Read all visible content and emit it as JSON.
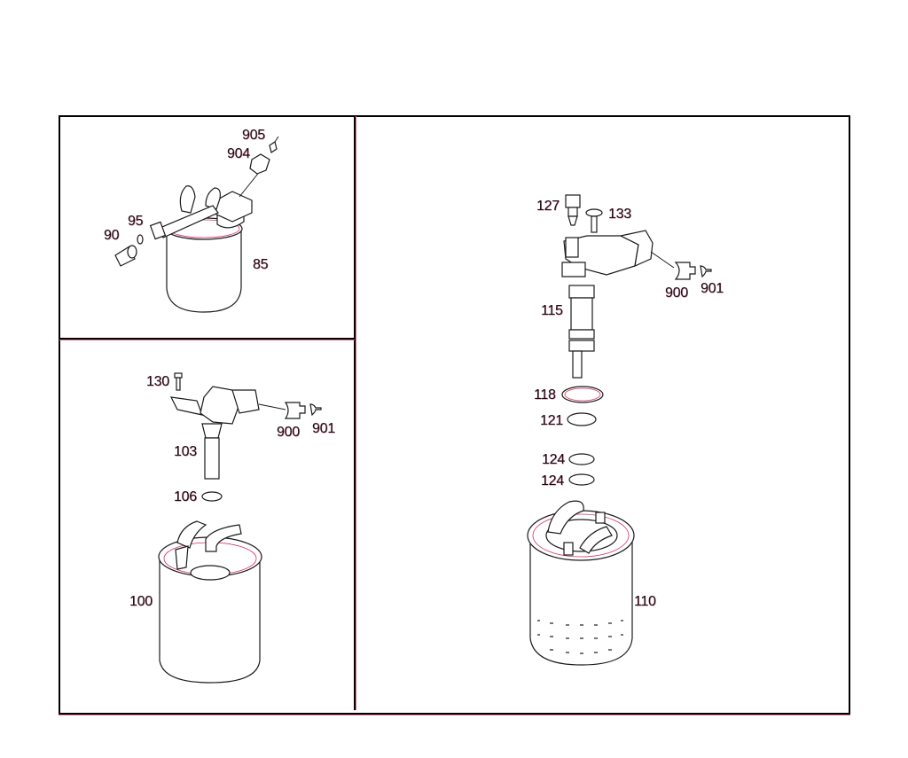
{
  "diagram": {
    "type": "exploded-parts-diagram",
    "subject": "Fuel filter assemblies with sensors",
    "panels": [
      {
        "id": "top-left",
        "labels": [
          {
            "ref": "905",
            "part": "seal/plug"
          },
          {
            "ref": "904",
            "part": "connector housing"
          },
          {
            "ref": "95",
            "part": "seal ring"
          },
          {
            "ref": "90",
            "part": "screw plug / fitting"
          },
          {
            "ref": "85",
            "part": "fuel filter"
          }
        ]
      },
      {
        "id": "bottom-left",
        "labels": [
          {
            "ref": "130",
            "part": "screw"
          },
          {
            "ref": "900",
            "part": "connector housing"
          },
          {
            "ref": "901",
            "part": "seal/plug"
          },
          {
            "ref": "103",
            "part": "sensor"
          },
          {
            "ref": "106",
            "part": "seal ring"
          },
          {
            "ref": "100",
            "part": "fuel filter"
          }
        ]
      },
      {
        "id": "right",
        "labels": [
          {
            "ref": "127",
            "part": "screw fitting"
          },
          {
            "ref": "133",
            "part": "screw"
          },
          {
            "ref": "900",
            "part": "connector housing"
          },
          {
            "ref": "901",
            "part": "seal/plug"
          },
          {
            "ref": "115",
            "part": "sensor"
          },
          {
            "ref": "118",
            "part": "seal ring"
          },
          {
            "ref": "121",
            "part": "seal ring"
          },
          {
            "ref": "124a",
            "part": "seal ring"
          },
          {
            "ref": "124b",
            "part": "seal ring"
          },
          {
            "ref": "110",
            "part": "fuel filter"
          }
        ]
      }
    ]
  },
  "labels": {
    "tl": {
      "l905": "905",
      "l904": "904",
      "l95": "95",
      "l90": "90",
      "l85": "85"
    },
    "bl": {
      "l130": "130",
      "l900": "900",
      "l901": "901",
      "l103": "103",
      "l106": "106",
      "l100": "100"
    },
    "r": {
      "l127": "127",
      "l133": "133",
      "l900": "900",
      "l901": "901",
      "l115": "115",
      "l118": "118",
      "l121": "121",
      "l124a": "124",
      "l124b": "124",
      "l110": "110"
    }
  },
  "colors": {
    "line": "#000000",
    "accent": "#e8698c",
    "background": "#ffffff"
  }
}
